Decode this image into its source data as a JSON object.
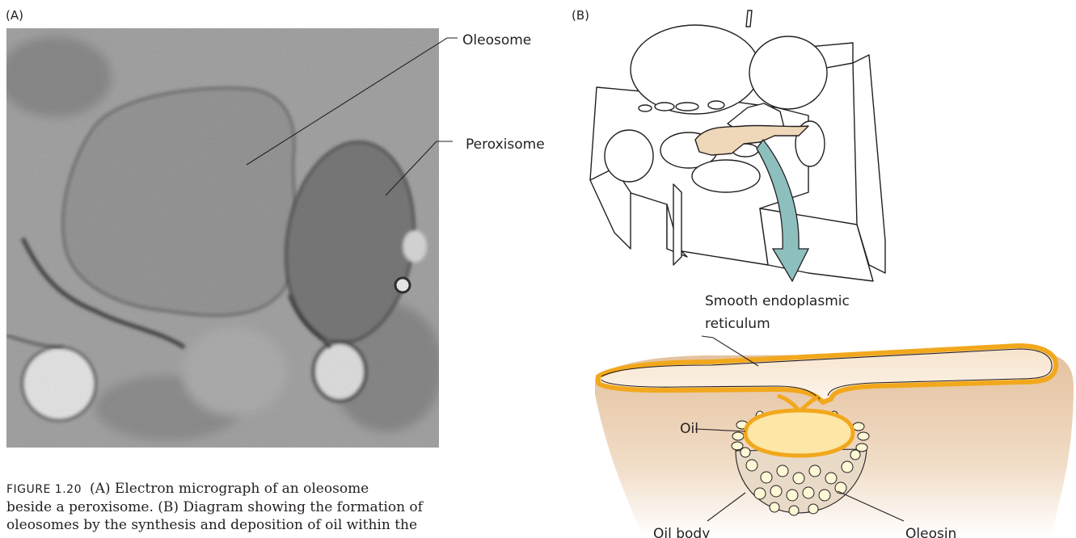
{
  "panels": {
    "a_letter": "(A)",
    "b_letter": "(B)"
  },
  "labels": {
    "oleosome": "Oleosome",
    "peroxisome": "Peroxisome",
    "ser_line1": "Smooth endoplasmic",
    "ser_line2": "reticulum",
    "oil": "Oil",
    "oil_body": "Oil body",
    "oleosin": "Oleosin"
  },
  "caption": {
    "figure_label": "FIGURE 1.20",
    "line1": "(A) Electron micrograph of an oleosome",
    "line2": "beside a peroxisome. (B) Diagram showing the formation of",
    "line3": "oleosomes by the synthesis and deposition of oil within the"
  },
  "colors": {
    "membrane_yellow": "#f2a81d",
    "oil_fill": "#fce7a6",
    "cytoplasm": "#e8c8a6",
    "arrow_teal": "#8dbfbf",
    "er_highlight": "#efd8b9"
  }
}
